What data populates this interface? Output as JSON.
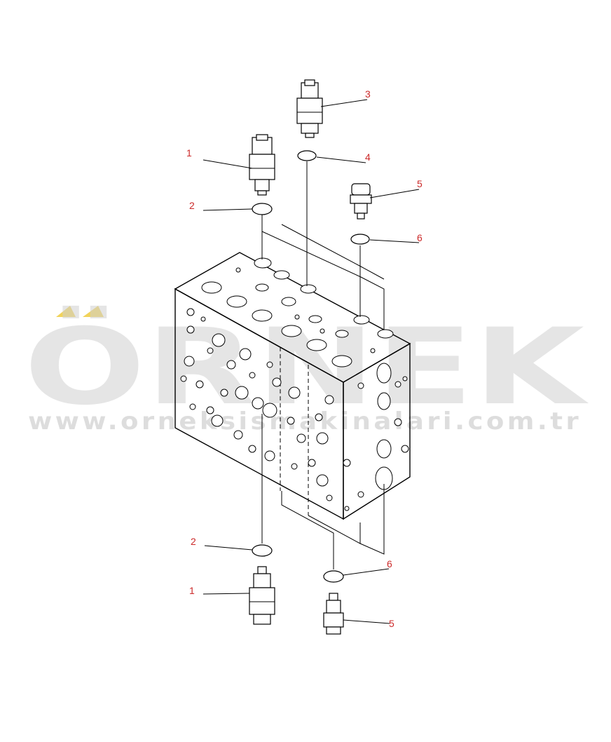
{
  "watermark": {
    "brand": "ÖRNEK",
    "url": "www.orneksismakinalari.com.tr",
    "accent_color": "#f1d35a"
  },
  "callouts": [
    {
      "id": "c1-top",
      "label": "1"
    },
    {
      "id": "c2-top",
      "label": "2"
    },
    {
      "id": "c3",
      "label": "3"
    },
    {
      "id": "c4",
      "label": "4"
    },
    {
      "id": "c5-top",
      "label": "5"
    },
    {
      "id": "c6-top",
      "label": "6"
    },
    {
      "id": "c2-bottom",
      "label": "2"
    },
    {
      "id": "c1-bottom",
      "label": "1"
    },
    {
      "id": "c6-bottom",
      "label": "6"
    },
    {
      "id": "c5-bottom",
      "label": "5"
    }
  ],
  "colors": {
    "callout": "#cc2a2a",
    "line": "#000000",
    "watermark": "#d0d0d0"
  }
}
